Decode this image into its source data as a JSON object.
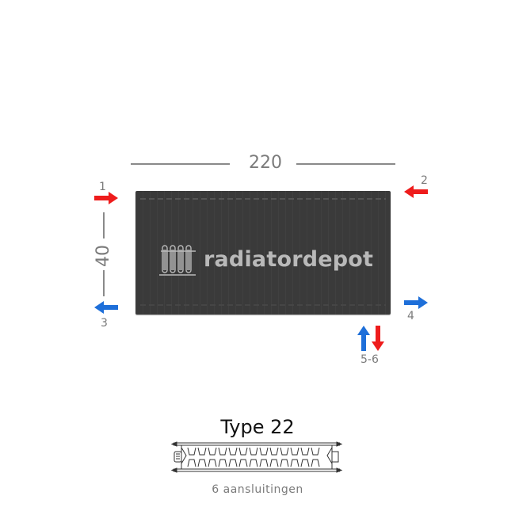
{
  "dimensions": {
    "width": "220",
    "height": "40"
  },
  "brand": {
    "name": "radiatordepot",
    "icon": "radiator-logo-icon"
  },
  "connections": [
    {
      "label": "1",
      "direction": "right",
      "color": "#ee1c1c",
      "meaning": "inlet-top-left"
    },
    {
      "label": "2",
      "direction": "left",
      "color": "#ee1c1c",
      "meaning": "inlet-top-right"
    },
    {
      "label": "3",
      "direction": "left",
      "color": "#1e6fd9",
      "meaning": "outlet-bottom-left"
    },
    {
      "label": "4",
      "direction": "right",
      "color": "#1e6fd9",
      "meaning": "outlet-bottom-right"
    },
    {
      "label": "5-6",
      "direction": "up-down",
      "colors": [
        "#1e6fd9",
        "#ee1c1c"
      ],
      "meaning": "bottom-connection"
    }
  ],
  "colors": {
    "supply": "#ee1c1c",
    "return": "#1e6fd9",
    "radiator": "#3a3a3a",
    "dimension": "#8a8a8a"
  },
  "type_section": {
    "title": "Type 22",
    "connections_label": "6 aansluitingen"
  }
}
